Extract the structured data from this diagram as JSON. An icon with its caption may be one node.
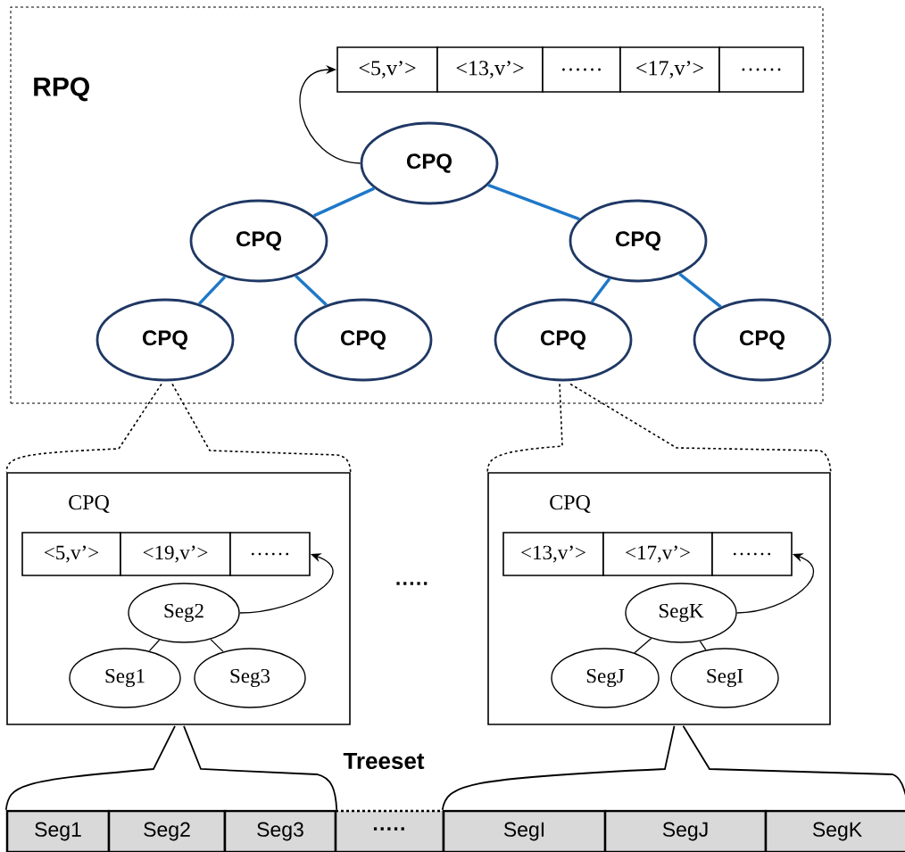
{
  "diagram": {
    "nodes": [
      {
        "text": [
          "RPQ"
        ]
      },
      {
        "text": [
          "<5,v’>"
        ],
        "in": 0
      },
      {
        "text": [
          "<13,v’>"
        ],
        "in": 0
      },
      {
        "text": [
          "……"
        ],
        "in": 0
      },
      {
        "text": [
          "<17,v’>"
        ],
        "in": 0
      },
      {
        "text": [
          "……"
        ],
        "in": 0
      },
      {
        "text": [
          "CPQ"
        ],
        "in": 0
      },
      {
        "text": [
          "CPQ"
        ],
        "in": 0
      },
      {
        "text": [
          "CPQ"
        ],
        "in": 0
      },
      {
        "text": [
          "CPQ"
        ],
        "in": 0
      },
      {
        "text": [
          "CPQ"
        ],
        "in": 0
      },
      {
        "text": [
          "CPQ"
        ],
        "in": 0
      },
      {
        "text": [
          "CPQ"
        ],
        "in": 0
      },
      {
        "text": [
          "CPQ"
        ]
      },
      {
        "text": [
          "<5,v’>"
        ],
        "in": 13
      },
      {
        "text": [
          "<19,v’>"
        ],
        "in": 13
      },
      {
        "text": [
          "……"
        ],
        "in": 13
      },
      {
        "text": [
          "Seg2"
        ],
        "in": 13
      },
      {
        "text": [
          "Seg1"
        ],
        "in": 13
      },
      {
        "text": [
          "Seg3"
        ],
        "in": 13
      },
      {
        "text": [
          "CPQ"
        ]
      },
      {
        "text": [
          "<13,v’>"
        ],
        "in": 20
      },
      {
        "text": [
          "<17,v’>"
        ],
        "in": 20
      },
      {
        "text": [
          "……"
        ],
        "in": 20
      },
      {
        "text": [
          "SegK"
        ],
        "in": 20
      },
      {
        "text": [
          "SegJ"
        ],
        "in": 20
      },
      {
        "text": [
          "SegI"
        ],
        "in": 20
      },
      {
        "text": [
          "Seg1"
        ]
      },
      {
        "text": [
          "Seg2"
        ]
      },
      {
        "text": [
          "Seg3"
        ]
      },
      {
        "text": [
          "·····"
        ]
      },
      {
        "text": [
          "SegI"
        ]
      },
      {
        "text": [
          "SegJ"
        ]
      },
      {
        "text": [
          "SegK"
        ]
      }
    ],
    "edges": [
      {
        "from": 6,
        "to": 7,
        "arrow": "none",
        "style": "thick",
        "color": "#1f78c8"
      },
      {
        "from": 6,
        "to": 8,
        "arrow": "none",
        "style": "thick",
        "color": "#1f78c8"
      },
      {
        "from": 7,
        "to": 9,
        "arrow": "none",
        "style": "thick",
        "color": "#1f78c8"
      },
      {
        "from": 7,
        "to": 10,
        "arrow": "none",
        "style": "thick",
        "color": "#1f78c8"
      },
      {
        "from": 8,
        "to": 11,
        "arrow": "none",
        "style": "thick",
        "color": "#1f78c8"
      },
      {
        "from": 8,
        "to": 12,
        "arrow": "none",
        "style": "thick",
        "color": "#1f78c8"
      },
      {
        "from": 6,
        "to": 1,
        "arrow": "to"
      },
      {
        "from": 17,
        "to": 18,
        "arrow": "none"
      },
      {
        "from": 17,
        "to": 19,
        "arrow": "none"
      },
      {
        "from": 17,
        "to": 16,
        "arrow": "to"
      },
      {
        "from": 24,
        "to": 25,
        "arrow": "none"
      },
      {
        "from": 24,
        "to": 26,
        "arrow": "none"
      },
      {
        "from": 24,
        "to": 23,
        "arrow": "to"
      },
      {
        "from": 9,
        "to": 13,
        "arrow": "none",
        "style": "dashed"
      },
      {
        "from": 9,
        "to": 13,
        "arrow": "none",
        "style": "dashed"
      },
      {
        "from": 11,
        "to": 20,
        "arrow": "none",
        "style": "dashed"
      },
      {
        "from": 11,
        "to": 20,
        "arrow": "none",
        "style": "dashed"
      },
      {
        "from": 13,
        "to": 27,
        "arrow": "none"
      },
      {
        "from": 13,
        "to": 29,
        "arrow": "none"
      },
      {
        "from": 20,
        "to": 31,
        "arrow": "none"
      },
      {
        "from": 20,
        "to": 33,
        "arrow": "none"
      }
    ],
    "labels": [
      "·····",
      "Treeset"
    ]
  }
}
